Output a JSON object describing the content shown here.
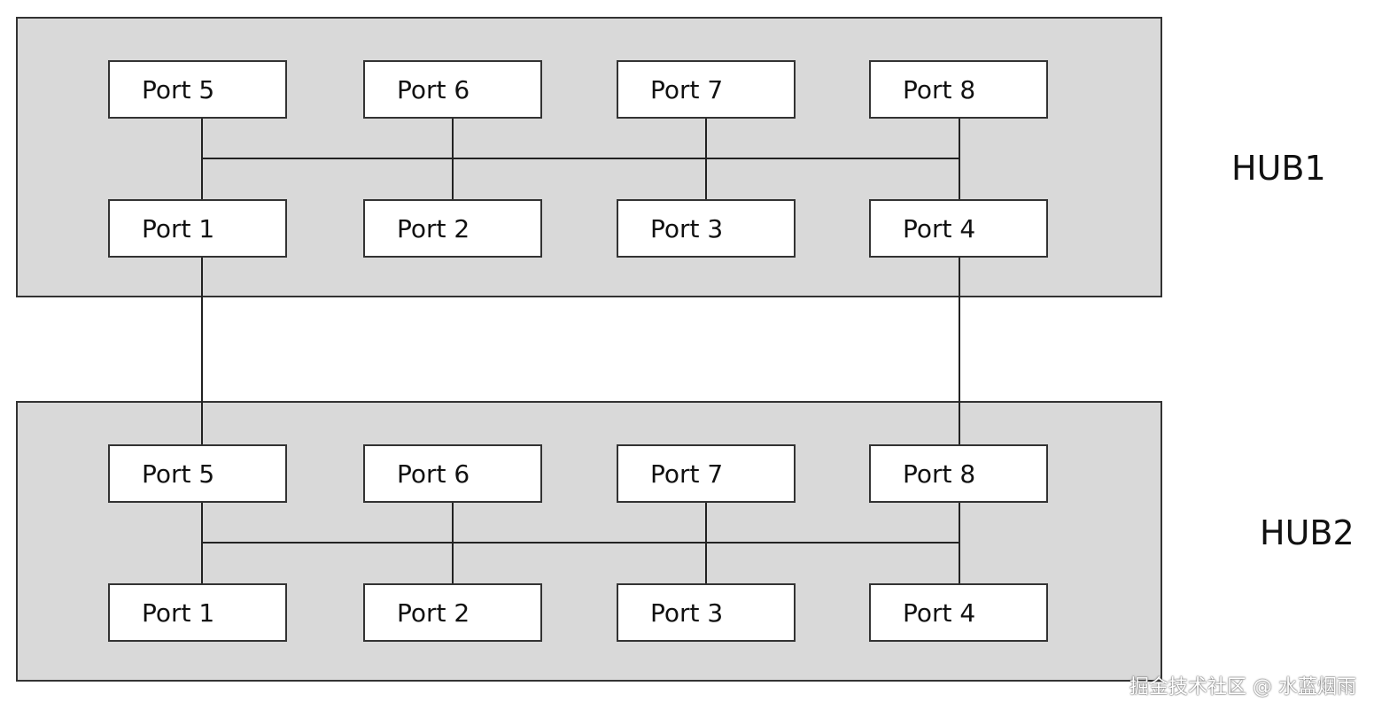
{
  "hubs": [
    {
      "label": "HUB1",
      "top_row": [
        "Port 5",
        "Port 6",
        "Port 7",
        "Port 8"
      ],
      "bottom_row": [
        "Port 1",
        "Port 2",
        "Port 3",
        "Port 4"
      ]
    },
    {
      "label": "HUB2",
      "top_row": [
        "Port 5",
        "Port 6",
        "Port 7",
        "Port 8"
      ],
      "bottom_row": [
        "Port 1",
        "Port 2",
        "Port 3",
        "Port 4"
      ]
    }
  ],
  "watermark": "掘金技术社区 @ 水蓝烟雨",
  "colors": {
    "hub_fill": "#d9d9d9",
    "port_fill": "#ffffff",
    "line": "#222222"
  }
}
